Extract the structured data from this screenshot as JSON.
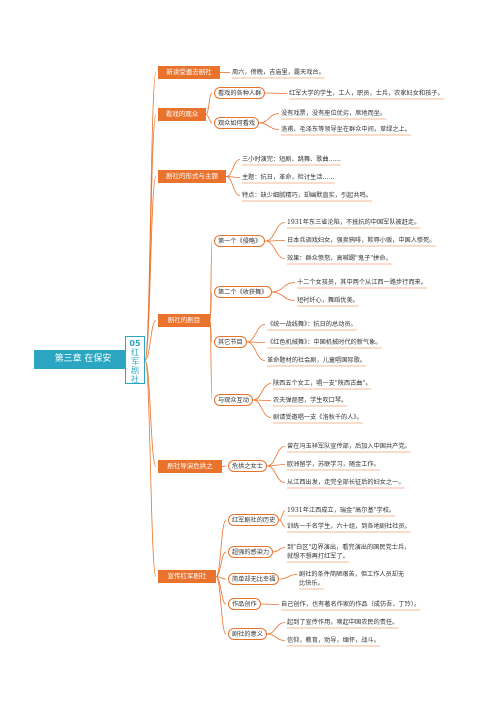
{
  "root": {
    "title": "第三章 在保安"
  },
  "chapter": {
    "num": "05",
    "name": "红军剧社"
  },
  "sections": [
    {
      "label": "新读受邀去剧社",
      "children": [
        {
          "text": "周六，傍晚，吉庙里，露天戏台。"
        }
      ]
    },
    {
      "label": "看戏的观众",
      "children": [
        {
          "label": "看戏的各种人群",
          "leaves": [
            "红军大学的学生，工人，职员，士兵，农家妇女和孩子。"
          ]
        },
        {
          "label": "观众如何看戏",
          "leaves": [
            "没有戏票，没有座位优劣，席地而坐。",
            "洛甫、毛泽东等领导坐在群众中间，草绿之上。"
          ]
        }
      ]
    },
    {
      "label": "剧社的形式与主题",
      "leaves": [
        "三小时演完：短剧、跳舞、歌曲……",
        "主题：抗日，革命，检讨生活……",
        "特点：缺少细腻精巧，却幽默直实，引起共鸣。"
      ]
    },
    {
      "label": "剧社的剧目",
      "children": [
        {
          "label": "第一个《侵略》",
          "leaves": [
            "1931年东三省沦陷，不抵抗的中国军队被赶走。",
            "日本兵调戏妇女，强卖鸦啡，欺辱小贩，中国人惨死。",
            "效果：群众愤怒，高喊踢\"鬼子\"拼命。"
          ]
        },
        {
          "label": "第二个《收获舞》",
          "leaves": [
            "十二个女孩员，其中两个从江西一路步行而来。",
            "短衬纤心，舞蹈优美。"
          ]
        },
        {
          "label": "其它节目",
          "leaves": [
            "《统一战线舞》：抗日的总动员。",
            "《红色机械舞》：中国机械时代的新气象。",
            "革命题材的社会剧，儿童唱国际歌。"
          ]
        },
        {
          "label": "与观众互动",
          "leaves": [
            "陕西五个女工，唱一支\"陕西古曲\"。",
            "农夫弹琵琶，学生吹口琴。",
            "剧请受邀唱一支《洛秋千的人》。"
          ]
        }
      ]
    },
    {
      "label": "剧社导演危拱之",
      "children": [
        {
          "label": "危拱之女士",
          "leaves": [
            "曾在冯玉祥军队宣传部，后加入中国共产党。",
            "欧洲留学，苏联学习，随金工作。",
            "从江西出发，走完全部长征后的妇女之一。"
          ]
        }
      ]
    },
    {
      "label": "宣传红军剧社",
      "children": [
        {
          "label": "红军剧社的历史",
          "leaves": [
            "1931年江西成立，瑞金\"高尔基\"学校。",
            "训练一千名学生，六十组，到各地剧社社员。"
          ]
        },
        {
          "label": "超强的感染力",
          "leaves": [
            "到\"白区\"边界演出，看完演出的国民党士兵，",
            "就想不想再打红军了。"
          ]
        },
        {
          "label": "简单却无比幸福",
          "leaves": [
            "剧社的条件简陋艰苦，但工作人员却无",
            "比快乐。"
          ]
        },
        {
          "label": "作品创作",
          "leaves": [
            "自己创作，也有著名作家的作品（成仿吾，丁玲）。"
          ]
        },
        {
          "label": "剧社的意义",
          "leaves": [
            "起到了宣传作用，唤起中国农民的责任。",
            "信仰，教育，劝导，缅怀，战斗。"
          ]
        }
      ]
    }
  ],
  "colors": {
    "branch": "#e9722c",
    "root": "#2aa6c2",
    "line": "#e9722c"
  }
}
